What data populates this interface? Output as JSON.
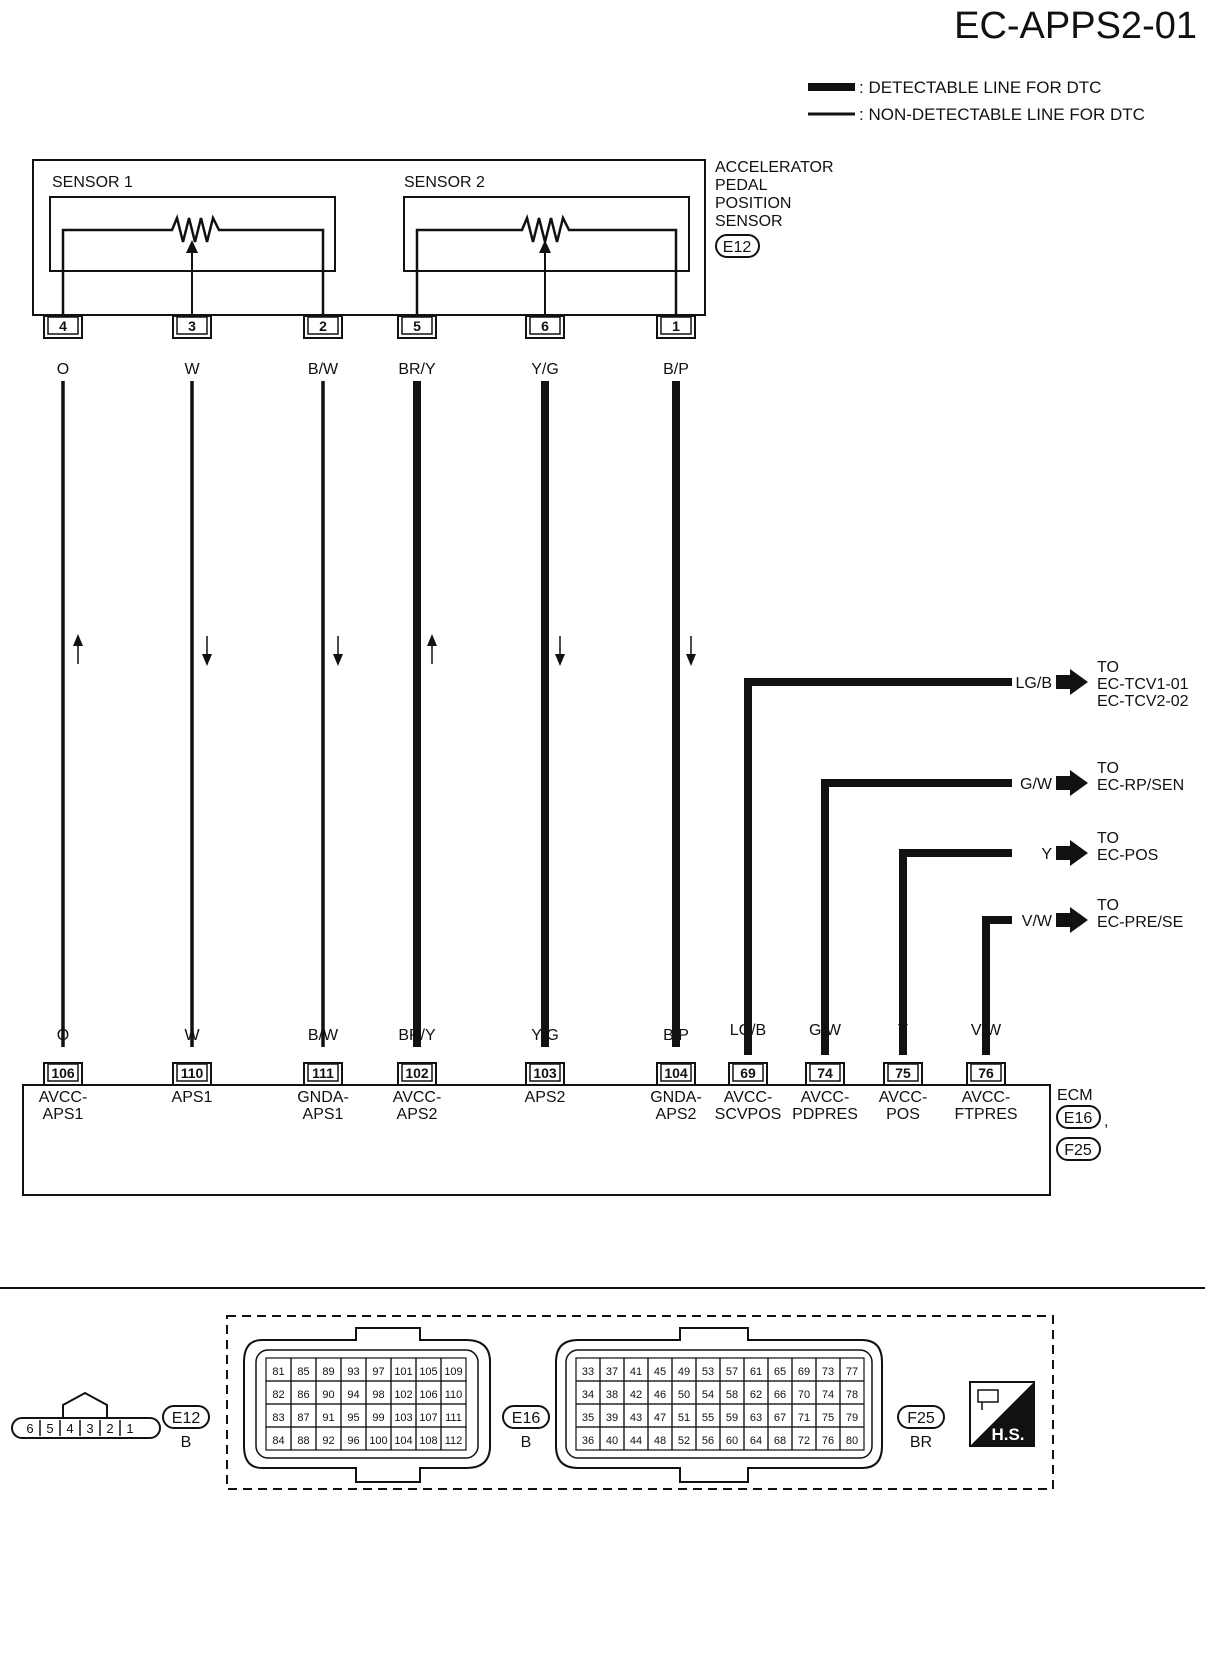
{
  "title": "EC-APPS2-01",
  "legend": {
    "detectable": ": DETECTABLE LINE FOR DTC",
    "non_detectable": ": NON-DETECTABLE LINE FOR DTC"
  },
  "sensor_block": {
    "sensor1_label": "SENSOR 1",
    "sensor2_label": "SENSOR 2",
    "name_lines": [
      "ACCELERATOR",
      "PEDAL",
      "POSITION",
      "SENSOR"
    ],
    "connector": "E12"
  },
  "wires": [
    {
      "sensor_pin": "4",
      "color": "O",
      "ecm_pin": "106",
      "ecm_label": [
        "AVCC-",
        "APS1"
      ],
      "direction": "up",
      "detectable": false
    },
    {
      "sensor_pin": "3",
      "color": "W",
      "ecm_pin": "110",
      "ecm_label": [
        "APS1"
      ],
      "direction": "down",
      "detectable": false
    },
    {
      "sensor_pin": "2",
      "color": "B/W",
      "ecm_pin": "111",
      "ecm_label": [
        "GNDA-",
        "APS1"
      ],
      "direction": "down",
      "detectable": false
    },
    {
      "sensor_pin": "5",
      "color": "BR/Y",
      "ecm_pin": "102",
      "ecm_label": [
        "AVCC-",
        "APS2"
      ],
      "direction": "up",
      "detectable": true
    },
    {
      "sensor_pin": "6",
      "color": "Y/G",
      "ecm_pin": "103",
      "ecm_label": [
        "APS2"
      ],
      "direction": "down",
      "detectable": true
    },
    {
      "sensor_pin": "1",
      "color": "B/P",
      "ecm_pin": "104",
      "ecm_label": [
        "GNDA-",
        "APS2"
      ],
      "direction": "down",
      "detectable": true
    }
  ],
  "branches": [
    {
      "color": "LG/B",
      "ecm_pin": "69",
      "ecm_label": [
        "AVCC-",
        "SCVPOS"
      ],
      "to_lines": [
        "TO",
        "EC-TCV1-01",
        "EC-TCV2-02"
      ]
    },
    {
      "color": "G/W",
      "ecm_pin": "74",
      "ecm_label": [
        "AVCC-",
        "PDPRES"
      ],
      "to_lines": [
        "TO",
        "EC-RP/SEN"
      ]
    },
    {
      "color": "Y",
      "ecm_pin": "75",
      "ecm_label": [
        "AVCC-",
        "POS"
      ],
      "to_lines": [
        "TO",
        "EC-POS"
      ]
    },
    {
      "color": "V/W",
      "ecm_pin": "76",
      "ecm_label": [
        "AVCC-",
        "FTPRES"
      ],
      "to_lines": [
        "TO",
        "EC-PRE/SE"
      ]
    }
  ],
  "ecm": {
    "label": "ECM",
    "connector1": "E16",
    "connector2": "F25"
  },
  "connectors": {
    "e12": {
      "id": "E12",
      "color": "B",
      "pins": [
        "6",
        "5",
        "4",
        "3",
        "2",
        "1"
      ]
    },
    "e16": {
      "id": "E16",
      "color": "B",
      "rows": [
        [
          "81",
          "85",
          "89",
          "93",
          "97",
          "101",
          "105",
          "109"
        ],
        [
          "82",
          "86",
          "90",
          "94",
          "98",
          "102",
          "106",
          "110"
        ],
        [
          "83",
          "87",
          "91",
          "95",
          "99",
          "103",
          "107",
          "111"
        ],
        [
          "84",
          "88",
          "92",
          "96",
          "100",
          "104",
          "108",
          "112"
        ]
      ]
    },
    "f25": {
      "id": "F25",
      "color": "BR",
      "rows": [
        [
          "33",
          "37",
          "41",
          "45",
          "49",
          "53",
          "57",
          "61",
          "65",
          "69",
          "73",
          "77"
        ],
        [
          "34",
          "38",
          "42",
          "46",
          "50",
          "54",
          "58",
          "62",
          "66",
          "70",
          "74",
          "78"
        ],
        [
          "35",
          "39",
          "43",
          "47",
          "51",
          "55",
          "59",
          "63",
          "67",
          "71",
          "75",
          "79"
        ],
        [
          "36",
          "40",
          "44",
          "48",
          "52",
          "56",
          "60",
          "64",
          "68",
          "72",
          "76",
          "80"
        ]
      ]
    },
    "hs_label": "H.S."
  }
}
